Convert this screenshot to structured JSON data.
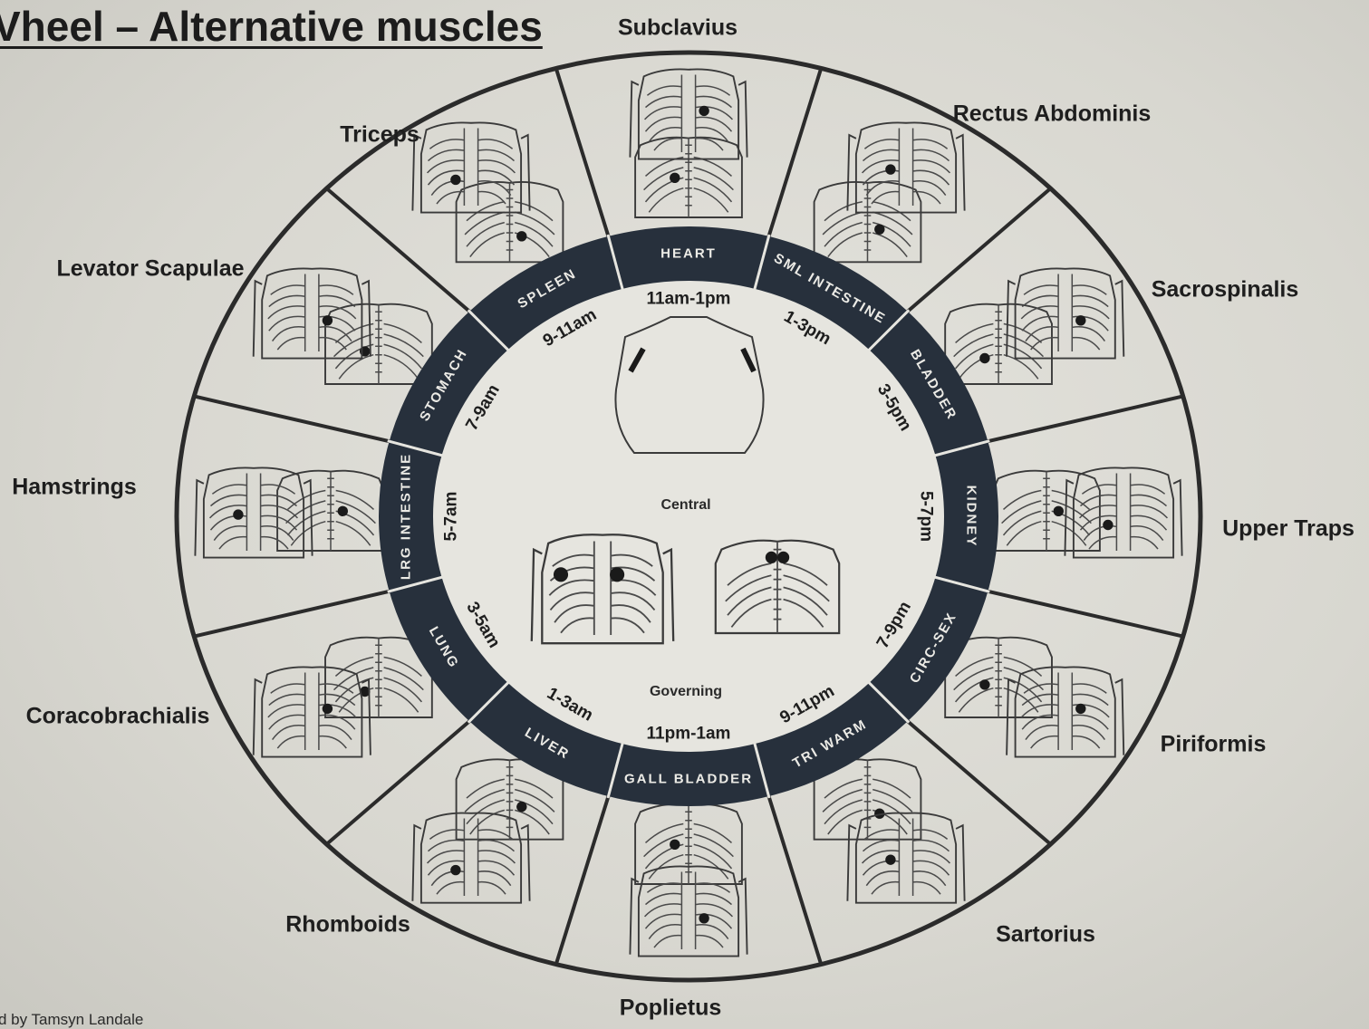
{
  "title": "Vheel – Alternative muscles",
  "credit": "d by Tamsyn Landale",
  "center": {
    "top_label": "Central",
    "bottom_label": "Governing"
  },
  "colors": {
    "ring": "#27303c",
    "ring_text": "#ecebe6",
    "lines": "#2b2b2b",
    "text": "#1e1e1e"
  },
  "organs": [
    {
      "name": "HEART",
      "time": "11am-1pm"
    },
    {
      "name": "SML INTESTINE",
      "time": "1-3pm"
    },
    {
      "name": "BLADDER",
      "time": "3-5pm"
    },
    {
      "name": "KIDNEY",
      "time": "5-7pm"
    },
    {
      "name": "CIRC-SEX",
      "time": "7-9pm"
    },
    {
      "name": "TRI WARM",
      "time": "9-11pm"
    },
    {
      "name": "GALL BLADDER",
      "time": "11pm-1am"
    },
    {
      "name": "LIVER",
      "time": "1-3am"
    },
    {
      "name": "LUNG",
      "time": "3-5am"
    },
    {
      "name": "LRG INTESTINE",
      "time": "5-7am"
    },
    {
      "name": "STOMACH",
      "time": "7-9am"
    },
    {
      "name": "SPLEEN",
      "time": "9-11am"
    }
  ],
  "muscles": [
    "Subclavius",
    "Rectus Abdominis",
    "Sacrospinalis",
    "Upper Traps",
    "Piriformis",
    "Sartorius",
    "Poplietus",
    "Rhomboids",
    "Coracobrachialis",
    "Hamstrings",
    "Levator Scapulae",
    "Triceps"
  ]
}
